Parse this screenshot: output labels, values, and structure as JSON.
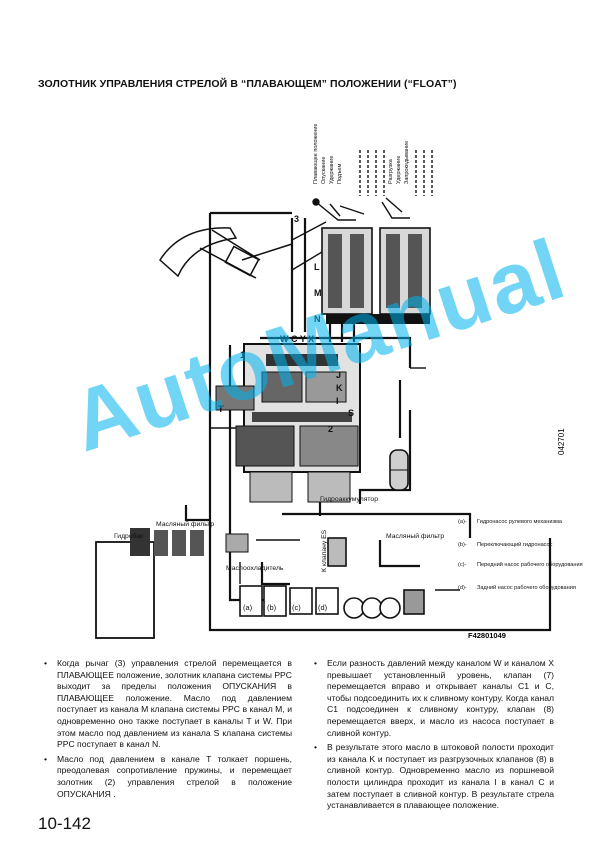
{
  "page": {
    "title": "ЗОЛОТНИК УПРАВЛЕНИЯ СТРЕЛОЙ В “ПЛАВАЮЩЕМ” ПОЛОЖЕНИИ (“FLOAT”)",
    "page_number": "10-142"
  },
  "watermark": {
    "text": "AutoManual",
    "color": "#00b2ee"
  },
  "diagram": {
    "figure_id": "F42801049",
    "side_code": "042701",
    "lever_left_labels": [
      "Плавающее положение",
      "Опускание",
      "Удержание",
      "Подъем"
    ],
    "lever_right_labels": [
      "Разгрузка",
      "Удержание",
      "Запрокидывание"
    ],
    "lever_number": "3",
    "ports_left": [
      "L",
      "M",
      "N"
    ],
    "ports_top": "W C Y X",
    "ports_right": [
      "J",
      "K",
      "I"
    ],
    "valve_numbers": [
      "1",
      "2"
    ],
    "port_S": "S",
    "port_T": "T",
    "accumulator_label": "Гидроаккумулятор",
    "tank_label": "Гидробак",
    "oil_filter_left": "Масляный фильтр",
    "oil_cooler": "Маслоохладитель",
    "oil_filter_right": "Масляный фильтр",
    "to_valve_es": "К клапану ES",
    "pump_markers": [
      "(a)",
      "(b)",
      "(c)",
      "(d)"
    ],
    "legend": [
      {
        "key": "(a)-",
        "text": "Гидронасос рулевого механизма"
      },
      {
        "key": "(b)-",
        "text": "Переключающий гидронасос"
      },
      {
        "key": "(c)-",
        "text": "Передний насос рабочего оборудования"
      },
      {
        "key": "(d)-",
        "text": "Задний насос рабочего оборудования"
      }
    ]
  },
  "text": {
    "left": [
      "Когда рычаг (3) управления стрелой перемещает­ся в ПЛАВАЮЩЕЕ положение, золотник клапана системы PPC выходит за пределы положения ОПУСКАНИЯ в ПЛАВАЮЩЕЕ положение. Масло под давлением поступает из канала M клапана системы PPC в канал M, и одновременно оно так­же поступает в каналы T и W. При этом масло под давлением из канала S клапана системы PPC по­ступает в канал N.",
      "Масло под давлением в канале T толкает поршень, преодолевая сопротивление пружины, и перемеща­ет золотник (2) управления стрелой в положение ОПУСКАНИЯ ."
    ],
    "right": [
      "Если разность давлений между каналом W и ка­налом X превышает установленный уровень, клапан (7) перемещается вправо и открывает ка­налы C1 и C, чтобы подсоединить их к сливному контуру. Когда канал C1 подсоединен к сливному контуру, клапан (8) перемещается вверх, и масло из насоса поступает в сливной контур.",
      "В результате этого масло в штоковой полости проходит из канала K и поступает из разгрузоч­ных клапанов (8) в сливной контур. Одновременно масло из поршневой полости цилиндра проходит из канала I в канал C и затем поступает в слив­ной контур. В результате стрела устанавливается в плавающее положение."
    ]
  }
}
